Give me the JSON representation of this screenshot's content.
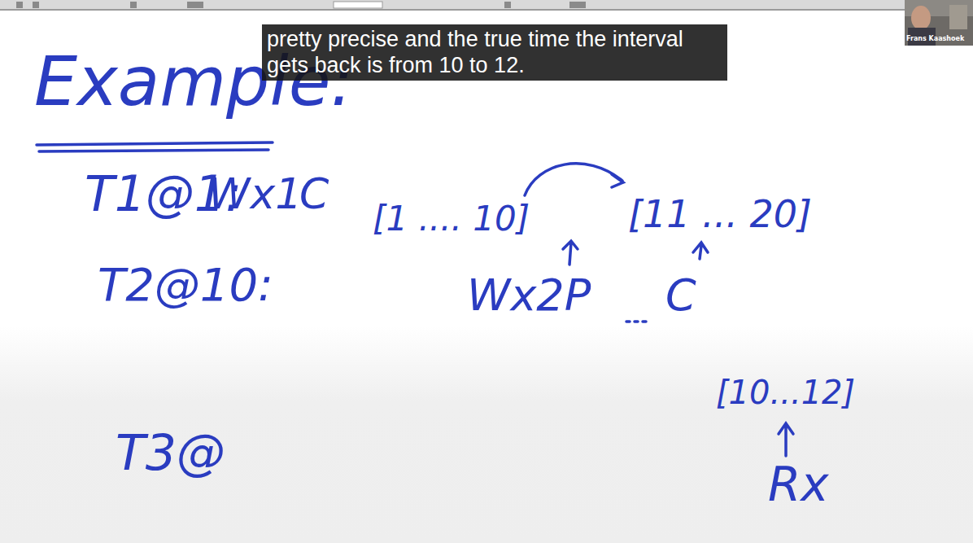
{
  "diagram": {
    "title": "Example:",
    "caption": "pretty precise and the true time the interval gets back is from 10 to 12.",
    "labels": [
      "Frans Kaashoek",
      "T1@1:",
      "Wx1",
      "C",
      "[1 .... 10]",
      "[11 ... 20]",
      "T2@10:",
      "Wx2P",
      "C",
      "[10...12]",
      "Rx",
      "T3@"
    ]
  }
}
